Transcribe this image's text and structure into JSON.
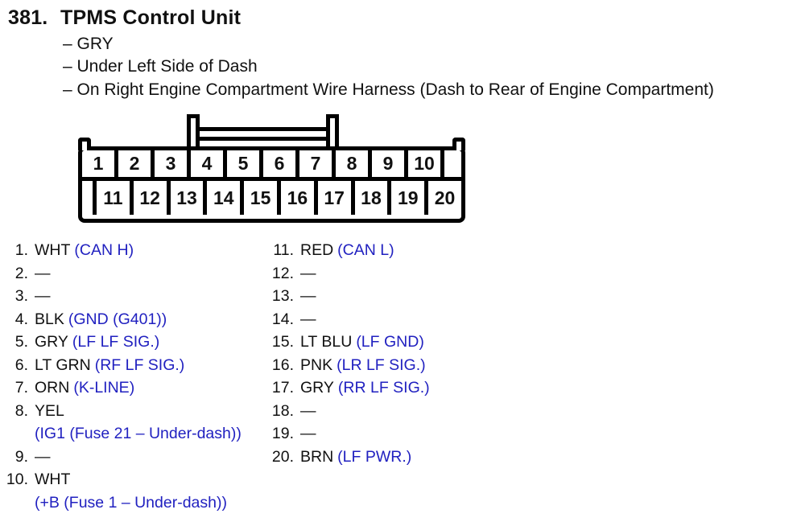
{
  "colors": {
    "accent_blue": "#2121c0",
    "ink": "#111111",
    "background": "#ffffff"
  },
  "header": {
    "number": "381.",
    "title": "TPMS Control Unit",
    "bullets": [
      "– GRY",
      "– Under Left Side of Dash",
      "– On Right Engine Compartment Wire Harness (Dash to Rear of Engine Compartment)"
    ]
  },
  "connector": {
    "top_pins": [
      "1",
      "2",
      "3",
      "4",
      "5",
      "6",
      "7",
      "8",
      "9",
      "10"
    ],
    "bottom_pins": [
      "11",
      "12",
      "13",
      "14",
      "15",
      "16",
      "17",
      "18",
      "19",
      "20"
    ]
  },
  "pin_table": {
    "left": [
      {
        "num": "1.",
        "wire": "WHT",
        "signal": "(CAN H)",
        "cont": ""
      },
      {
        "num": "2.",
        "wire": "—",
        "signal": "",
        "cont": ""
      },
      {
        "num": "3.",
        "wire": "—",
        "signal": "",
        "cont": ""
      },
      {
        "num": "4.",
        "wire": "BLK",
        "signal": "(GND (G401))",
        "cont": ""
      },
      {
        "num": "5.",
        "wire": "GRY",
        "signal": "(LF LF SIG.)",
        "cont": ""
      },
      {
        "num": "6.",
        "wire": "LT GRN",
        "signal": "(RF LF SIG.)",
        "cont": ""
      },
      {
        "num": "7.",
        "wire": "ORN",
        "signal": "(K-LINE)",
        "cont": ""
      },
      {
        "num": "8.",
        "wire": "YEL",
        "signal": "",
        "cont": "(IG1 (Fuse 21 – Under-dash))"
      },
      {
        "num": "9.",
        "wire": "—",
        "signal": "",
        "cont": ""
      },
      {
        "num": "10.",
        "wire": "WHT",
        "signal": "",
        "cont": "(+B (Fuse 1 – Under-dash))"
      }
    ],
    "right": [
      {
        "num": "11.",
        "wire": "RED",
        "signal": "(CAN L)",
        "cont": ""
      },
      {
        "num": "12.",
        "wire": "—",
        "signal": "",
        "cont": ""
      },
      {
        "num": "13.",
        "wire": "—",
        "signal": "",
        "cont": ""
      },
      {
        "num": "14.",
        "wire": "—",
        "signal": "",
        "cont": ""
      },
      {
        "num": "15.",
        "wire": "LT BLU",
        "signal": "(LF GND)",
        "cont": ""
      },
      {
        "num": "16.",
        "wire": "PNK",
        "signal": "(LR LF SIG.)",
        "cont": ""
      },
      {
        "num": "17.",
        "wire": "GRY",
        "signal": "(RR LF SIG.)",
        "cont": ""
      },
      {
        "num": "18.",
        "wire": "—",
        "signal": "",
        "cont": ""
      },
      {
        "num": "19.",
        "wire": "—",
        "signal": "",
        "cont": ""
      },
      {
        "num": "20.",
        "wire": "BRN",
        "signal": "(LF PWR.)",
        "cont": ""
      }
    ]
  }
}
